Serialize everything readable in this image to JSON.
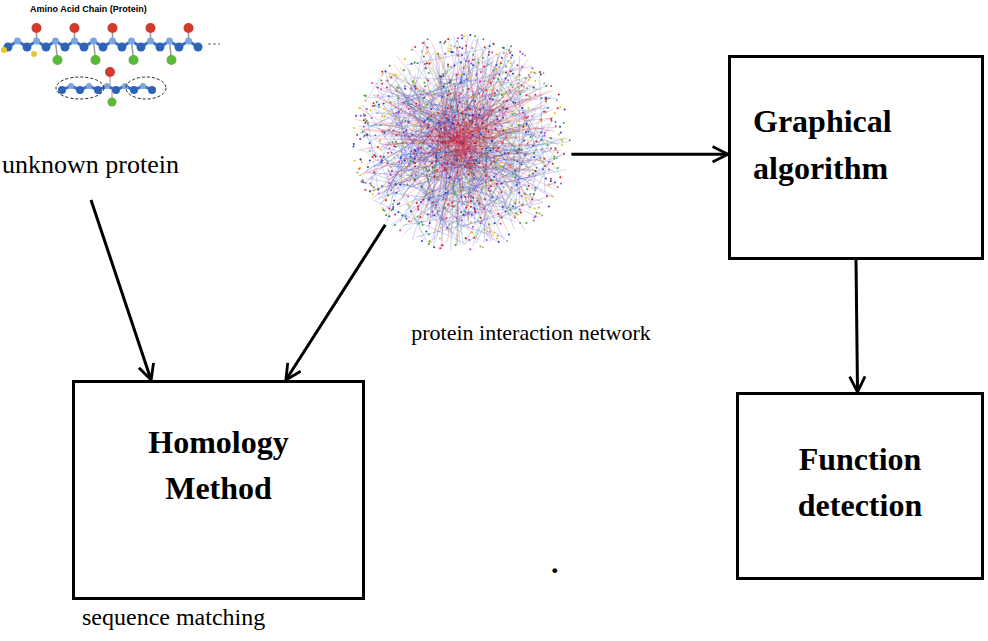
{
  "diagram": {
    "nodes": [
      {
        "text": [
          "Amino Acid Chain (Protein)",
          "unknown protein"
        ]
      },
      {
        "text": [
          "protein interaction network"
        ]
      },
      {
        "text": [
          "Homology Method"
        ]
      },
      {
        "text": [
          "Graphical algorithm"
        ]
      },
      {
        "text": [
          "Function detection"
        ]
      }
    ],
    "edges": [
      {
        "from": 0,
        "to": 2,
        "arrow": "to"
      },
      {
        "from": 1,
        "to": 2,
        "arrow": "to"
      },
      {
        "from": 1,
        "to": 3,
        "arrow": "to"
      },
      {
        "from": 3,
        "to": 4,
        "arrow": "to"
      }
    ],
    "labels": [
      "sequence matching",
      "."
    ]
  }
}
